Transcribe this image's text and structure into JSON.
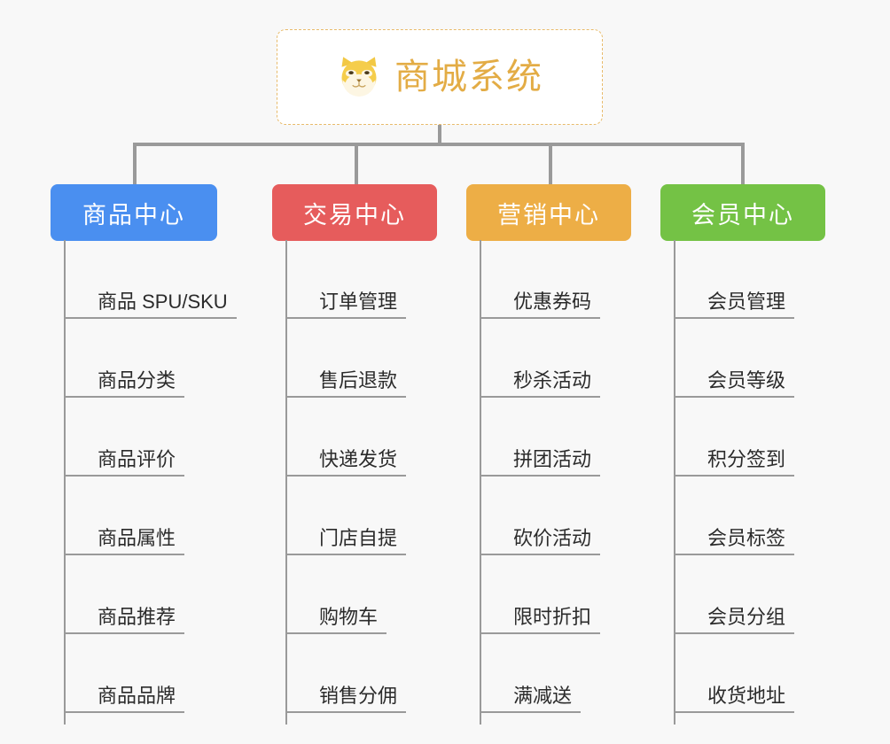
{
  "page": {
    "background_color": "#f8f8f8",
    "connector_color": "#9a9a9a",
    "leaf_text_color": "#2b2b2b"
  },
  "root": {
    "title": "商城系统",
    "icon": "shiba-dog-face-icon",
    "text_color": "#e3ac45",
    "border_color": "#e8bb6b",
    "background_color": "#ffffff"
  },
  "columns": [
    {
      "id": "product-center",
      "label": "商品中心",
      "color": "#4a8ff0",
      "items": [
        "商品 SPU/SKU",
        "商品分类",
        "商品评价",
        "商品属性",
        "商品推荐",
        "商品品牌"
      ]
    },
    {
      "id": "trade-center",
      "label": "交易中心",
      "color": "#e65c5c",
      "items": [
        "订单管理",
        "售后退款",
        "快递发货",
        "门店自提",
        "购物车",
        "销售分佣"
      ]
    },
    {
      "id": "marketing-center",
      "label": "营销中心",
      "color": "#edae46",
      "items": [
        "优惠券码",
        "秒杀活动",
        "拼团活动",
        "砍价活动",
        "限时折扣",
        "满减送"
      ]
    },
    {
      "id": "member-center",
      "label": "会员中心",
      "color": "#74c245",
      "items": [
        "会员管理",
        "会员等级",
        "积分签到",
        "会员标签",
        "会员分组",
        "收货地址"
      ]
    }
  ]
}
